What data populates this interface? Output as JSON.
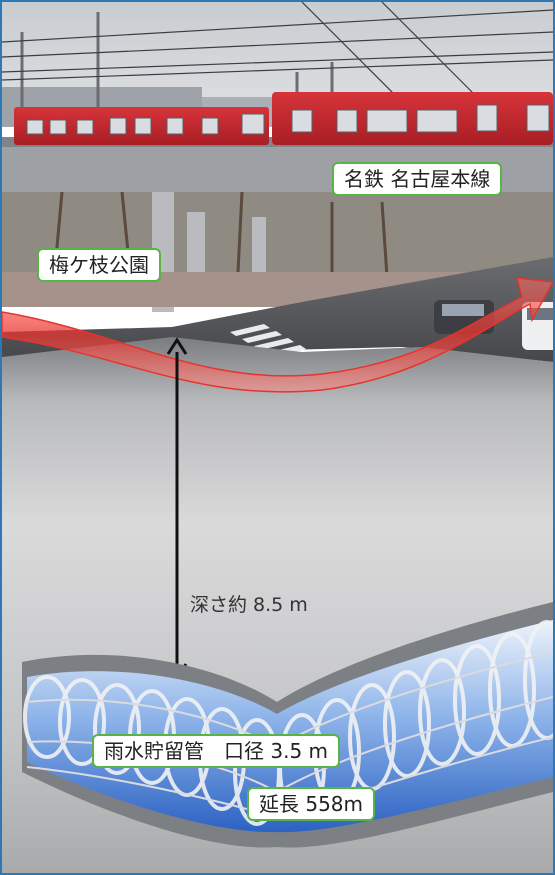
{
  "labels": {
    "railway": "名鉄 名古屋本線",
    "park": "梅ケ枝公園",
    "depth": "深さ約 8.5 m",
    "pipe_name": "雨水貯留管　口径 3.5 m",
    "length": "延長 558m"
  },
  "colors": {
    "frame": "#2e78b6",
    "label_border": "#58b444",
    "train": "#c8282d",
    "flow_arrow": "#e8332d",
    "pipe_water": "#3f7fd6"
  }
}
